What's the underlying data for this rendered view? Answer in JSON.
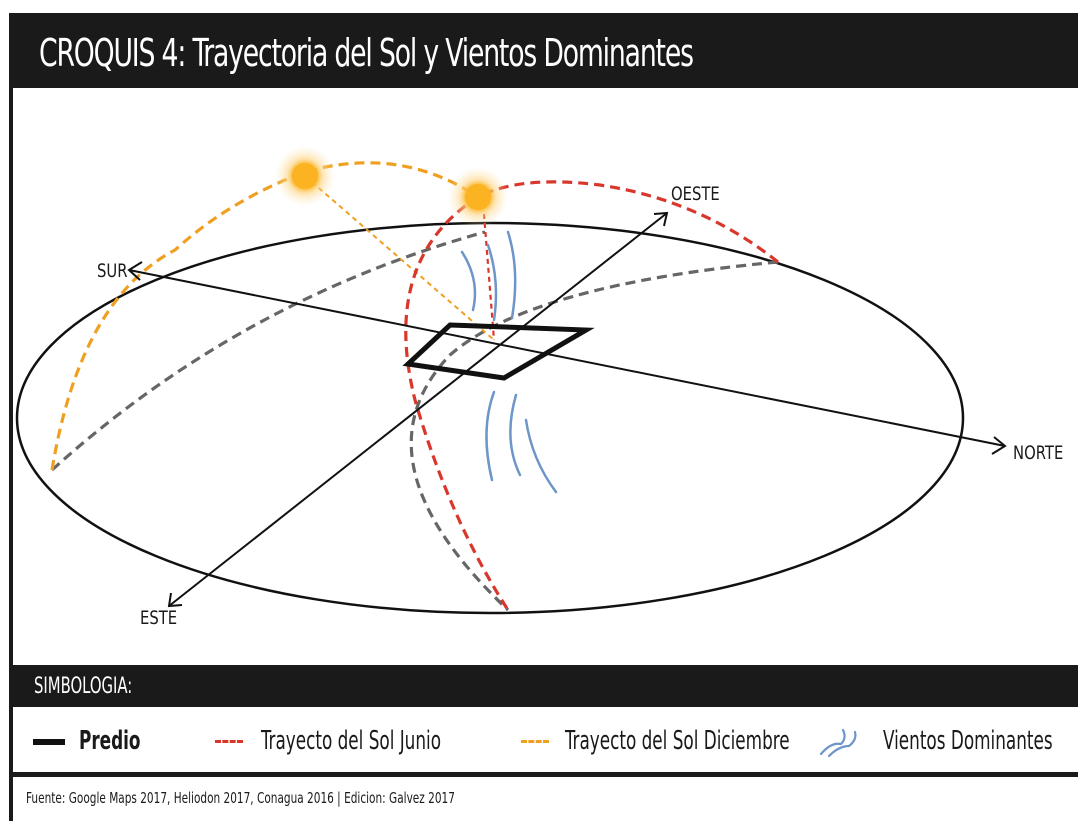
{
  "title": "CROQUIS 4: Trayectoria del Sol y Vientos Dominantes",
  "labels": {
    "sur": "SUR",
    "oeste": "OESTE",
    "norte": "NORTE",
    "este": "ESTE"
  },
  "legend": {
    "heading": "SIMBOLOGIA:",
    "items": [
      {
        "label": "Predio",
        "color": "#111111",
        "icon": "solid-line-icon"
      },
      {
        "label": "Trayecto del Sol Junio",
        "color": "#d9372b",
        "icon": "dashed-line-icon"
      },
      {
        "label": "Trayecto del Sol Diciembre",
        "color": "#f0a020",
        "icon": "dashed-line-icon"
      },
      {
        "label": "Vientos Dominantes",
        "color": "#6d95c8",
        "icon": "wind-icon"
      }
    ]
  },
  "footer": "Fuente: Google Maps 2017, Heliodon 2017, Conagua 2016 | Edicion: Galvez 2017",
  "colors": {
    "dark": "#1a1a1a",
    "june_path": "#d9372b",
    "december_path": "#f0a020",
    "projection": "#666666",
    "wind": "#6d95c8",
    "sun": "#fbb321"
  }
}
